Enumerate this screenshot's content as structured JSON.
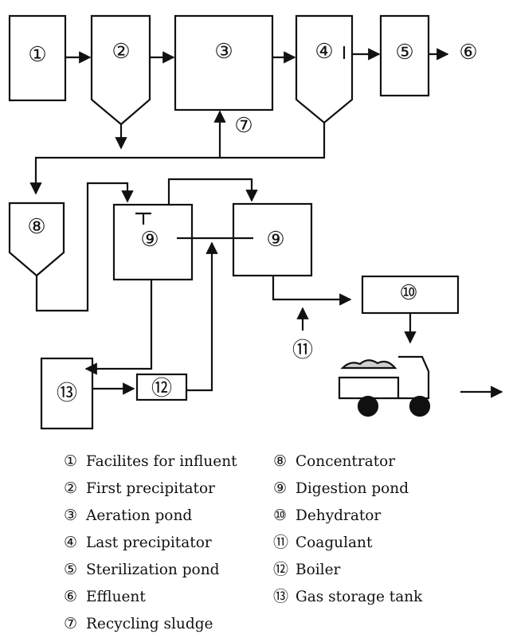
{
  "nodes": {
    "n1": "①",
    "n2": "②",
    "n3": "③",
    "n4": "④",
    "n5": "⑤",
    "n6": "⑥",
    "n7": "⑦",
    "n8": "⑧",
    "n9a": "⑨",
    "n9b": "⑨",
    "n10": "⑩",
    "n11": "⑪",
    "n12": "⑫",
    "n13": "⑬"
  },
  "legend": {
    "left": [
      {
        "num": "①",
        "label": "Facilites for influent"
      },
      {
        "num": "②",
        "label": "First precipitator"
      },
      {
        "num": "③",
        "label": "Aeration pond"
      },
      {
        "num": "④",
        "label": "Last precipitator"
      },
      {
        "num": "⑤",
        "label": "Sterilization pond"
      },
      {
        "num": "⑥",
        "label": "Effluent"
      },
      {
        "num": "⑦",
        "label": "Recycling sludge"
      }
    ],
    "right": [
      {
        "num": "⑧",
        "label": "Concentrator"
      },
      {
        "num": "⑨",
        "label": "Digestion pond"
      },
      {
        "num": "⑩",
        "label": "Dehydrator"
      },
      {
        "num": "⑪",
        "label": "Coagulant"
      },
      {
        "num": "⑫",
        "label": "Boiler"
      },
      {
        "num": "⑬",
        "label": "Gas storage tank"
      }
    ]
  }
}
